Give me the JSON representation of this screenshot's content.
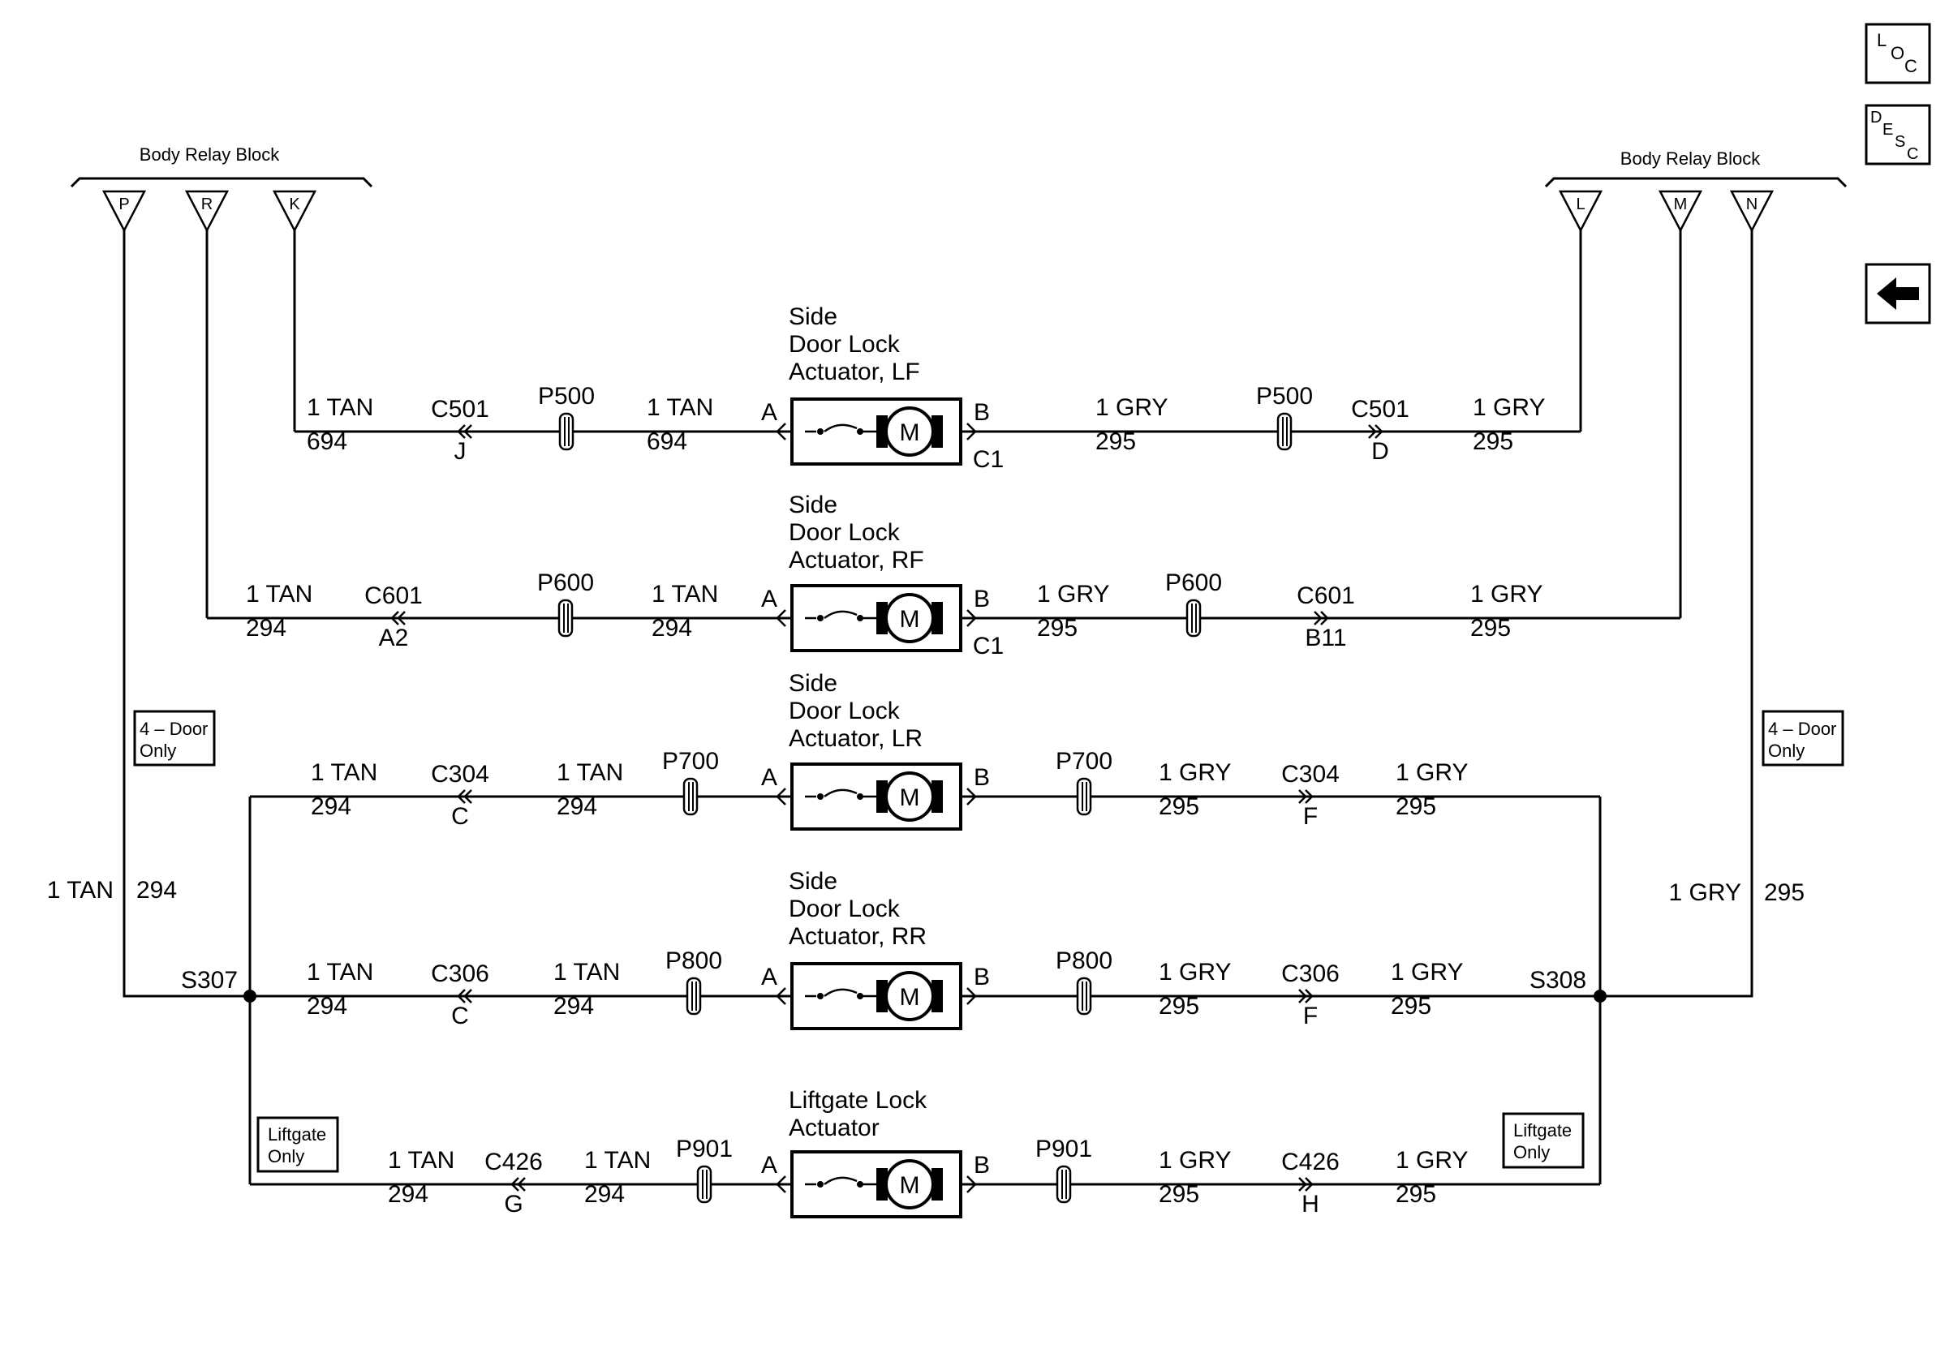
{
  "nav": {
    "loc": {
      "l1": "L",
      "l2": "O",
      "l3": "C"
    },
    "desc": {
      "l1": "D",
      "l2": "E",
      "l3": "S",
      "l4": "C"
    },
    "back_icon": "left-arrow-icon"
  },
  "relay_left": {
    "title": "Body Relay Block",
    "terms": [
      "P",
      "R",
      "K"
    ]
  },
  "relay_right": {
    "title": "Body Relay Block",
    "terms": [
      "L",
      "M",
      "N"
    ]
  },
  "actuators": [
    {
      "name": [
        "Side",
        "Door Lock",
        "Actuator, LF"
      ],
      "motor": "M",
      "pinA": "A",
      "pinB": "B",
      "pinBsub": "C1",
      "l_wire1": [
        "1 TAN",
        "694"
      ],
      "l_conn": [
        "C501",
        "J"
      ],
      "l_splice": "P500",
      "l_wire2": [
        "1 TAN",
        "694"
      ],
      "r_wire1": [
        "1 GRY",
        "295"
      ],
      "r_splice": "P500",
      "r_conn": [
        "C501",
        "D"
      ],
      "r_wire2": [
        "1 GRY",
        "295"
      ]
    },
    {
      "name": [
        "Side",
        "Door Lock",
        "Actuator, RF"
      ],
      "motor": "M",
      "pinA": "A",
      "pinB": "B",
      "pinBsub": "C1",
      "l_wire1": [
        "1 TAN",
        "294"
      ],
      "l_conn": [
        "C601",
        "A2"
      ],
      "l_splice": "P600",
      "l_wire2": [
        "1 TAN",
        "294"
      ],
      "r_wire1": [
        "1 GRY",
        "295"
      ],
      "r_splice": "P600",
      "r_conn": [
        "C601",
        "B11"
      ],
      "r_wire2": [
        "1 GRY",
        "295"
      ]
    },
    {
      "name": [
        "Side",
        "Door Lock",
        "Actuator, LR"
      ],
      "motor": "M",
      "pinA": "A",
      "pinB": "B",
      "pinBsub": "",
      "l_wire1": [
        "1 TAN",
        "294"
      ],
      "l_conn": [
        "C304",
        "C"
      ],
      "l_wire2": [
        "1 TAN",
        "294"
      ],
      "l_splice": "P700",
      "r_splice": "P700",
      "r_wire1": [
        "1 GRY",
        "295"
      ],
      "r_conn": [
        "C304",
        "F"
      ],
      "r_wire2": [
        "1 GRY",
        "295"
      ]
    },
    {
      "name": [
        "Side",
        "Door Lock",
        "Actuator, RR"
      ],
      "motor": "M",
      "pinA": "A",
      "pinB": "B",
      "pinBsub": "",
      "l_wire1": [
        "1 TAN",
        "294"
      ],
      "l_conn": [
        "C306",
        "C"
      ],
      "l_wire2": [
        "1 TAN",
        "294"
      ],
      "l_splice": "P800",
      "r_splice": "P800",
      "r_wire1": [
        "1 GRY",
        "295"
      ],
      "r_conn": [
        "C306",
        "F"
      ],
      "r_wire2": [
        "1 GRY",
        "295"
      ]
    },
    {
      "name": [
        "Liftgate Lock",
        "Actuator"
      ],
      "motor": "M",
      "pinA": "A",
      "pinB": "B",
      "pinBsub": "",
      "l_wire1": [
        "1 TAN",
        "294"
      ],
      "l_conn": [
        "C426",
        "G"
      ],
      "l_wire2": [
        "1 TAN",
        "294"
      ],
      "l_splice": "P901",
      "r_splice": "P901",
      "r_wire1": [
        "1 GRY",
        "295"
      ],
      "r_conn": [
        "C426",
        "H"
      ],
      "r_wire2": [
        "1 GRY",
        "295"
      ]
    }
  ],
  "left_vertical": {
    "wire": "1 TAN",
    "circuit": "294"
  },
  "right_vertical": {
    "wire": "1 GRY",
    "circuit": "295"
  },
  "splice_left": "S307",
  "splice_right": "S308",
  "option_boxes": {
    "four_door": [
      "4 – Door",
      "Only"
    ],
    "liftgate": [
      "Liftgate",
      "Only"
    ]
  }
}
